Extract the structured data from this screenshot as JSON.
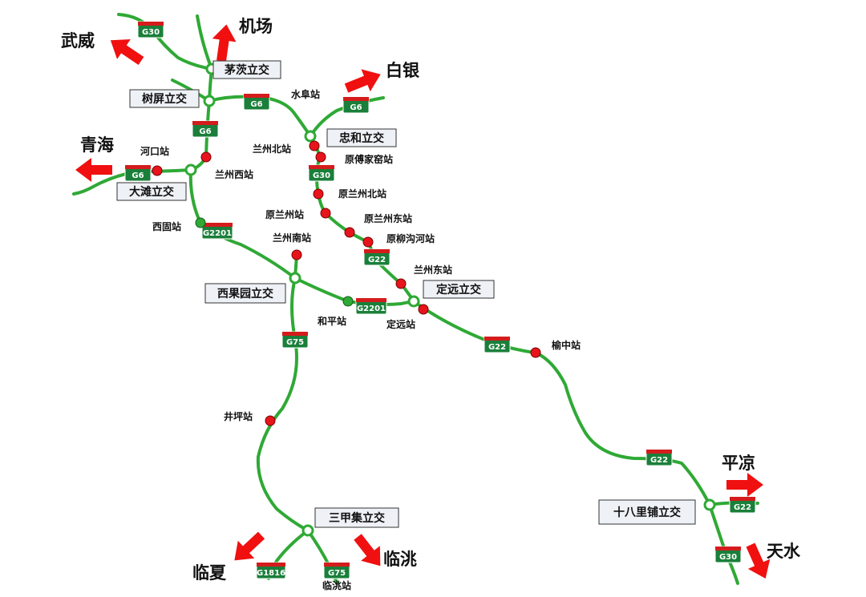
{
  "colors": {
    "road": "#2fa935",
    "station_active": "#e8141c",
    "station_other": "#2fa935",
    "shield_green": "#1a7f3a",
    "shield_red": "#d41c1c",
    "arrow": "#f01010",
    "box_fill": "#eef1f6",
    "box_border": "#333333"
  },
  "destinations": {
    "wuwei": "武威",
    "airport": "机场",
    "baiyin": "白银",
    "qinghai": "青海",
    "pingliang": "平凉",
    "tianshui": "天水",
    "linxia": "临夏",
    "lintao": "临洮"
  },
  "interchanges": {
    "maozi": "茅茨立交",
    "shuping": "树屏立交",
    "zhonghe": "忠和立交",
    "datan": "大滩立交",
    "xiguoyuan": "西果园立交",
    "dingyuan": "定远立交",
    "shibalipu": "十八里铺立交",
    "sanjiaji": "三甲集立交"
  },
  "stations": {
    "shuifu": "水阜站",
    "lanzhou_north": "兰州北站",
    "yuanfujiayao": "原傅家窑站",
    "hekou": "河口站",
    "lanzhou_west": "兰州西站",
    "yuan_lanzhou_north": "原兰州北站",
    "yuan_lanzhou": "原兰州站",
    "yuan_lanzhou_east": "原兰州东站",
    "yuan_liugouhe": "原柳沟河站",
    "xigu": "西固站",
    "lanzhou_south": "兰州南站",
    "lanzhou_east": "兰州东站",
    "heping": "和平站",
    "dingyuan": "定远站",
    "yuzhong": "榆中站",
    "jingping": "井坪站",
    "lintao": "临洮站"
  },
  "shields": {
    "g30": "G30",
    "g6": "G6",
    "g22": "G22",
    "g2201": "G2201",
    "g75": "G75",
    "g1816": "G1816"
  }
}
